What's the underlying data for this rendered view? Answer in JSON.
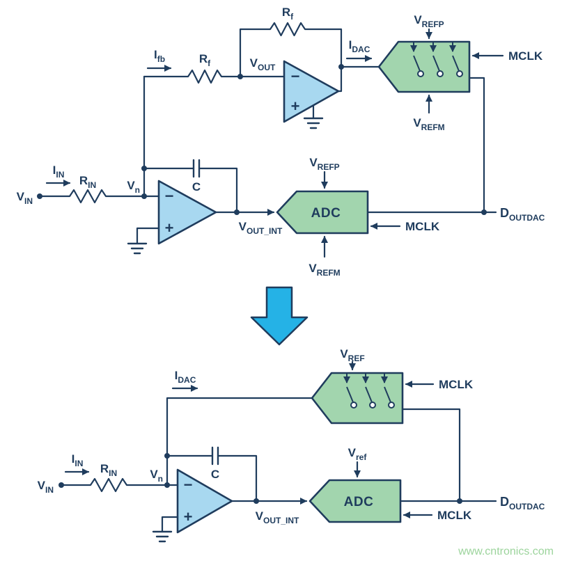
{
  "diagram": {
    "watermark": "www.cntronics.com",
    "colors": {
      "wire": "#1f3c5d",
      "opamp_fill": "#a8d8f0",
      "block_fill": "#a2d5ae",
      "arrow_fill": "#25b2e6",
      "watermark": "#9cd49c",
      "background": "#ffffff"
    },
    "labels": {
      "vin": {
        "m": "V",
        "s": "IN"
      },
      "iin": {
        "m": "I",
        "s": "IN"
      },
      "rin": {
        "m": "R",
        "s": "IN"
      },
      "vn": {
        "m": "V",
        "s": "n"
      },
      "cap": "C",
      "vout_int": {
        "m": "V",
        "s": "OUT_INT"
      },
      "adc": "ADC",
      "mclk": "MCLK",
      "doutdac": {
        "m": "D",
        "s": "OUTDAC"
      },
      "idac": {
        "m": "I",
        "s": "DAC"
      },
      "ifb": {
        "m": "I",
        "s": "fb"
      },
      "rf": {
        "m": "R",
        "s": "f"
      },
      "vout": {
        "m": "V",
        "s": "OUT"
      },
      "vrefp": {
        "m": "V",
        "s": "REFP"
      },
      "vrefm": {
        "m": "V",
        "s": "REFM"
      },
      "vref_upper": {
        "m": "V",
        "s": "REF"
      },
      "vref_lower": {
        "m": "V",
        "s": "ref"
      },
      "opamp_minus": "−",
      "opamp_plus": "+"
    }
  }
}
